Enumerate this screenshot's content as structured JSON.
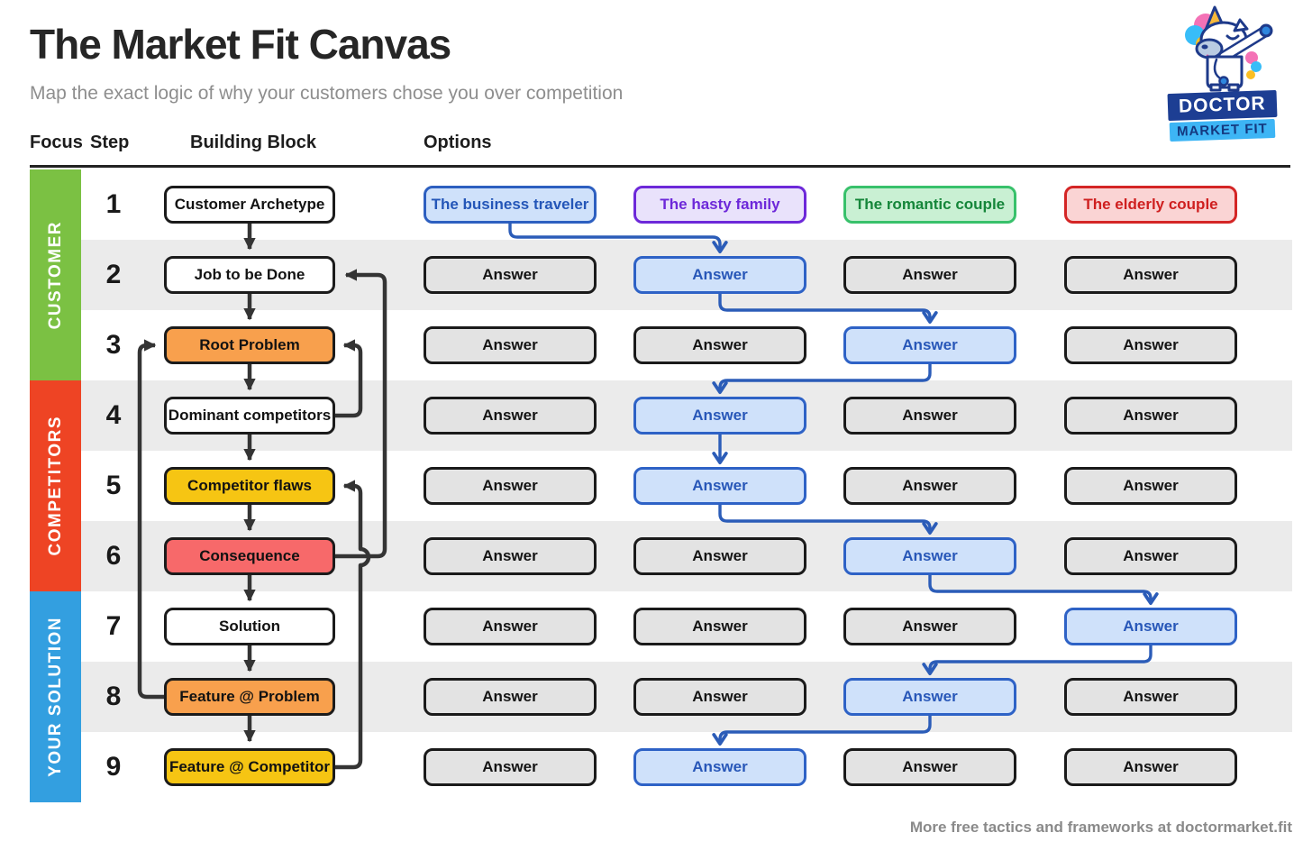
{
  "page": {
    "title": "The Market Fit Canvas",
    "subtitle": "Map the exact logic of why your customers chose you over competition",
    "footer": "More free tactics and frameworks at doctormarket.fit"
  },
  "logo": {
    "line1": "DOCTOR",
    "line2": "MARKET FIT",
    "mascot_icon": "unicorn-doctor-mascot"
  },
  "table_headers": {
    "focus": "Focus",
    "step": "Step",
    "building_block": "Building Block",
    "options": "Options"
  },
  "focus_groups": [
    {
      "label": "CUSTOMER",
      "color": "#7bc143"
    },
    {
      "label": "COMPETITORS",
      "color": "#ee4424"
    },
    {
      "label": "YOUR SOLUTION",
      "color": "#339fe0"
    }
  ],
  "rows": [
    {
      "step": "1",
      "block": {
        "label": "Customer Archetype",
        "fill": "#ffffff"
      },
      "options": [
        {
          "label": "The business traveler",
          "style": "blue"
        },
        {
          "label": "The hasty family",
          "style": "purple"
        },
        {
          "label": "The romantic couple",
          "style": "green"
        },
        {
          "label": "The elderly couple",
          "style": "red"
        }
      ]
    },
    {
      "step": "2",
      "block": {
        "label": "Job to be Done",
        "fill": "#ffffff"
      },
      "options": [
        {
          "label": "Answer",
          "highlighted": false
        },
        {
          "label": "Answer",
          "highlighted": true
        },
        {
          "label": "Answer",
          "highlighted": false
        },
        {
          "label": "Answer",
          "highlighted": false
        }
      ]
    },
    {
      "step": "3",
      "block": {
        "label": "Root Problem",
        "fill": "#f8a04d"
      },
      "options": [
        {
          "label": "Answer",
          "highlighted": false
        },
        {
          "label": "Answer",
          "highlighted": false
        },
        {
          "label": "Answer",
          "highlighted": true
        },
        {
          "label": "Answer",
          "highlighted": false
        }
      ]
    },
    {
      "step": "4",
      "block": {
        "label": "Dominant competitors",
        "fill": "#ffffff"
      },
      "options": [
        {
          "label": "Answer",
          "highlighted": false
        },
        {
          "label": "Answer",
          "highlighted": true
        },
        {
          "label": "Answer",
          "highlighted": false
        },
        {
          "label": "Answer",
          "highlighted": false
        }
      ]
    },
    {
      "step": "5",
      "block": {
        "label": "Competitor flaws",
        "fill": "#f6c513"
      },
      "options": [
        {
          "label": "Answer",
          "highlighted": false
        },
        {
          "label": "Answer",
          "highlighted": true
        },
        {
          "label": "Answer",
          "highlighted": false
        },
        {
          "label": "Answer",
          "highlighted": false
        }
      ]
    },
    {
      "step": "6",
      "block": {
        "label": "Consequence",
        "fill": "#f7696a"
      },
      "options": [
        {
          "label": "Answer",
          "highlighted": false
        },
        {
          "label": "Answer",
          "highlighted": false
        },
        {
          "label": "Answer",
          "highlighted": true
        },
        {
          "label": "Answer",
          "highlighted": false
        }
      ]
    },
    {
      "step": "7",
      "block": {
        "label": "Solution",
        "fill": "#ffffff"
      },
      "options": [
        {
          "label": "Answer",
          "highlighted": false
        },
        {
          "label": "Answer",
          "highlighted": false
        },
        {
          "label": "Answer",
          "highlighted": false
        },
        {
          "label": "Answer",
          "highlighted": true
        }
      ]
    },
    {
      "step": "8",
      "block": {
        "label": "Feature @ Problem",
        "fill": "#f8a04d"
      },
      "options": [
        {
          "label": "Answer",
          "highlighted": false
        },
        {
          "label": "Answer",
          "highlighted": false
        },
        {
          "label": "Answer",
          "highlighted": true
        },
        {
          "label": "Answer",
          "highlighted": false
        }
      ]
    },
    {
      "step": "9",
      "block": {
        "label": "Feature @ Competitor",
        "fill": "#f6c513"
      },
      "options": [
        {
          "label": "Answer",
          "highlighted": false
        },
        {
          "label": "Answer",
          "highlighted": true
        },
        {
          "label": "Answer",
          "highlighted": false
        },
        {
          "label": "Answer",
          "highlighted": false
        }
      ]
    }
  ],
  "colors": {
    "path_blue": "#2b5cb8",
    "highlight_fill": "#cfe1fa",
    "answer_gray": "#e3e3e3",
    "band_gray": "#ebebeb",
    "block_orange": "#f8a04d",
    "block_yellow": "#f6c513",
    "block_red": "#f7696a",
    "customer_band": "#7bc143",
    "competitors_band": "#ee4424",
    "solution_band": "#339fe0"
  }
}
